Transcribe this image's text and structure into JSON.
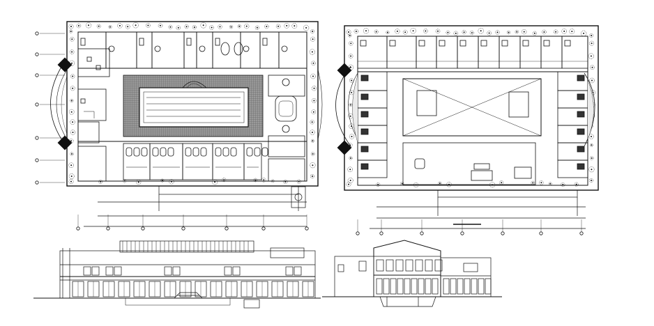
{
  "drawing": {
    "colors": {
      "ink": "#111111",
      "pool_tile": "#8a8a8a",
      "paper": "#ffffff",
      "tree": "#222222"
    },
    "views": [
      {
        "id": "plan-left",
        "kind": "floor plan with central pool"
      },
      {
        "id": "plan-right",
        "kind": "floor plan with central courtyard"
      },
      {
        "id": "elevation-left",
        "kind": "front elevation"
      },
      {
        "id": "section-right",
        "kind": "cross section"
      }
    ]
  }
}
